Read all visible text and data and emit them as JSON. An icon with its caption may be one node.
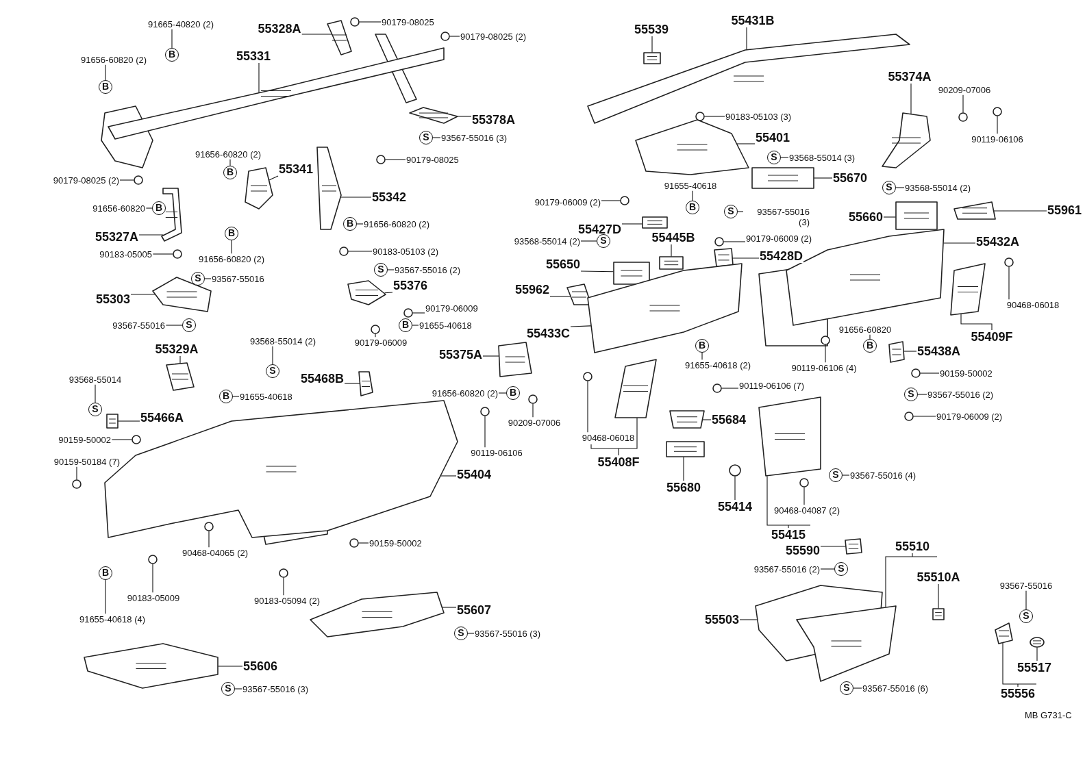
{
  "diagram": {
    "nodes": [
      {
        "text": [
          "91665-40820 (2)"
        ]
      },
      {
        "text": [
          "B"
        ]
      },
      {
        "text": [
          "91656-60820 (2)"
        ]
      },
      {
        "text": [
          "B"
        ]
      },
      {
        "text": [
          "55331"
        ]
      },
      {
        "text": [
          "55328A"
        ]
      },
      {
        "text": [
          "90179-08025"
        ]
      },
      {
        "text": [
          "90179-08025 (2)"
        ]
      },
      {
        "text": [
          "55378A"
        ]
      },
      {
        "text": [
          "S"
        ]
      },
      {
        "text": [
          "93567-55016 (3)"
        ]
      },
      {
        "text": [
          "90179-08025"
        ]
      },
      {
        "text": [
          "91656-60820 (2)"
        ]
      },
      {
        "text": [
          "B"
        ]
      },
      {
        "text": [
          "55341"
        ]
      },
      {
        "text": [
          "90179-08025 (2)"
        ]
      },
      {
        "text": [
          "55342"
        ]
      },
      {
        "text": [
          "91656-60820"
        ]
      },
      {
        "text": [
          "B"
        ]
      },
      {
        "text": [
          "B"
        ]
      },
      {
        "text": [
          "91656-60820 (2)"
        ]
      },
      {
        "text": [
          "B"
        ]
      },
      {
        "text": [
          "91656-60820 (2)"
        ]
      },
      {
        "text": [
          "55327A"
        ]
      },
      {
        "text": [
          "90183-05103 (2)"
        ]
      },
      {
        "text": [
          "90183-05005"
        ]
      },
      {
        "text": [
          "S"
        ]
      },
      {
        "text": [
          "93567-55016"
        ]
      },
      {
        "text": [
          "S"
        ]
      },
      {
        "text": [
          "93567-55016 (2)"
        ]
      },
      {
        "text": [
          "55376"
        ]
      },
      {
        "text": [
          "55303"
        ]
      },
      {
        "text": [
          "90179-06009"
        ]
      },
      {
        "text": [
          "B"
        ]
      },
      {
        "text": [
          "91655-40618"
        ]
      },
      {
        "text": [
          "93567-55016"
        ]
      },
      {
        "text": [
          "S"
        ]
      },
      {
        "text": [
          "90179-06009"
        ]
      },
      {
        "text": [
          "55539"
        ]
      },
      {
        "text": [
          "55431B"
        ]
      },
      {
        "text": [
          "55374A"
        ]
      },
      {
        "text": [
          "90209-07006"
        ]
      },
      {
        "text": [
          "90183-05103 (3)"
        ]
      },
      {
        "text": [
          "55401"
        ]
      },
      {
        "text": [
          "90119-06106"
        ]
      },
      {
        "text": [
          "S"
        ]
      },
      {
        "text": [
          "93568-55014 (3)"
        ]
      },
      {
        "text": [
          "55670"
        ]
      },
      {
        "text": [
          "S"
        ]
      },
      {
        "text": [
          "93568-55014 (2)"
        ]
      },
      {
        "text": [
          "91655-40618"
        ]
      },
      {
        "text": [
          "B"
        ]
      },
      {
        "text": [
          "90179-06009 (2)"
        ]
      },
      {
        "text": [
          "55961"
        ]
      },
      {
        "text": [
          "S"
        ]
      },
      {
        "text": [
          "93567-55016 (3)"
        ]
      },
      {
        "text": [
          "55660"
        ]
      },
      {
        "text": [
          "55427D"
        ]
      },
      {
        "text": [
          "55445B"
        ]
      },
      {
        "text": [
          "90179-06009 (2)"
        ]
      },
      {
        "text": [
          "55432A"
        ]
      },
      {
        "text": [
          "93568-55014 (2)"
        ]
      },
      {
        "text": [
          "S"
        ]
      },
      {
        "text": [
          "55428D"
        ]
      },
      {
        "text": [
          "55650"
        ]
      },
      {
        "text": [
          "55962"
        ]
      },
      {
        "text": [
          "90468-06018"
        ]
      },
      {
        "text": [
          "55433C"
        ]
      },
      {
        "text": [
          "55409F"
        ]
      },
      {
        "text": [
          "91656-60820"
        ]
      },
      {
        "text": [
          "B"
        ]
      },
      {
        "text": [
          "B"
        ]
      },
      {
        "text": [
          "55438A"
        ]
      },
      {
        "text": [
          "55375A"
        ]
      },
      {
        "text": [
          "91655-40618 (2)"
        ]
      },
      {
        "text": [
          "90119-06106 (4)"
        ]
      },
      {
        "text": [
          "90159-50002"
        ]
      },
      {
        "text": [
          "90119-06106 (7)"
        ]
      },
      {
        "text": [
          "91656-60820 (2)"
        ]
      },
      {
        "text": [
          "B"
        ]
      },
      {
        "text": [
          "S"
        ]
      },
      {
        "text": [
          "93567-55016 (2)"
        ]
      },
      {
        "text": [
          "90179-06009 (2)"
        ]
      },
      {
        "text": [
          "55684"
        ]
      },
      {
        "text": [
          "90209-07006"
        ]
      },
      {
        "text": [
          "90468-06018"
        ]
      },
      {
        "text": [
          "90119-06106"
        ]
      },
      {
        "text": [
          "55408F"
        ]
      },
      {
        "text": [
          "S"
        ]
      },
      {
        "text": [
          "93567-55016 (4)"
        ]
      },
      {
        "text": [
          "55680"
        ]
      },
      {
        "text": [
          "55414"
        ]
      },
      {
        "text": [
          "90468-04087 (2)"
        ]
      },
      {
        "text": [
          "55415"
        ]
      },
      {
        "text": [
          "55510"
        ]
      },
      {
        "text": [
          "55590"
        ]
      },
      {
        "text": [
          "93567-55016 (2)"
        ]
      },
      {
        "text": [
          "S"
        ]
      },
      {
        "text": [
          "55510A"
        ]
      },
      {
        "text": [
          "93567-55016"
        ]
      },
      {
        "text": [
          "55503"
        ]
      },
      {
        "text": [
          "S"
        ]
      },
      {
        "text": [
          "55517"
        ]
      },
      {
        "text": [
          "S"
        ]
      },
      {
        "text": [
          "93567-55016 (6)"
        ]
      },
      {
        "text": [
          "55556"
        ]
      },
      {
        "text": [
          "55329A"
        ]
      },
      {
        "text": [
          "93568-55014 (2)"
        ]
      },
      {
        "text": [
          "S"
        ]
      },
      {
        "text": [
          "55468B"
        ]
      },
      {
        "text": [
          "B"
        ]
      },
      {
        "text": [
          "91655-40618"
        ]
      },
      {
        "text": [
          "93568-55014"
        ]
      },
      {
        "text": [
          "S"
        ]
      },
      {
        "text": [
          "55466A"
        ]
      },
      {
        "text": [
          "90159-50002"
        ]
      },
      {
        "text": [
          "90159-50184 (7)"
        ]
      },
      {
        "text": [
          "55404"
        ]
      },
      {
        "text": [
          "90159-50002"
        ]
      },
      {
        "text": [
          "B"
        ]
      },
      {
        "text": [
          "91655-40618 (4)"
        ]
      },
      {
        "text": [
          "90468-04065 (2)"
        ]
      },
      {
        "text": [
          "90183-05009"
        ]
      },
      {
        "text": [
          "90183-05094 (2)"
        ]
      },
      {
        "text": [
          "55607"
        ]
      },
      {
        "text": [
          "S"
        ]
      },
      {
        "text": [
          "93567-55016 (3)"
        ]
      },
      {
        "text": [
          "55606"
        ]
      },
      {
        "text": [
          "S"
        ]
      },
      {
        "text": [
          "93567-55016 (3)"
        ]
      },
      {
        "text": [],
        "shape": "picture"
      },
      {
        "text": [],
        "shape": "picture"
      },
      {
        "text": [],
        "shape": "circle"
      },
      {
        "text": [],
        "shape": "circle"
      },
      {
        "text": [],
        "shape": "picture"
      },
      {
        "text": [],
        "shape": "circle"
      },
      {
        "text": [],
        "shape": "picture"
      },
      {
        "text": [],
        "shape": "circle"
      },
      {
        "text": [],
        "shape": "picture"
      },
      {
        "text": [],
        "shape": "picture"
      },
      {
        "text": [],
        "shape": "circle"
      },
      {
        "text": [],
        "shape": "circle"
      },
      {
        "text": [],
        "shape": "picture"
      },
      {
        "text": [],
        "shape": "picture"
      },
      {
        "text": [],
        "shape": "circle"
      },
      {
        "text": [],
        "shape": "circle"
      },
      {
        "text": [],
        "shape": "picture"
      },
      {
        "text": [],
        "shape": "picture"
      },
      {
        "text": [],
        "shape": "picture"
      },
      {
        "text": [],
        "shape": "circle"
      },
      {
        "text": [],
        "shape": "circle"
      },
      {
        "text": [],
        "shape": "picture"
      },
      {
        "text": [],
        "shape": "circle"
      },
      {
        "text": [],
        "shape": "picture"
      },
      {
        "text": [],
        "shape": "circle"
      },
      {
        "text": [],
        "shape": "picture"
      },
      {
        "text": [],
        "shape": "picture"
      },
      {
        "text": [],
        "shape": "picture"
      },
      {
        "text": [],
        "shape": "picture"
      },
      {
        "text": [],
        "shape": "circle"
      },
      {
        "text": [],
        "shape": "picture"
      },
      {
        "text": [],
        "shape": "picture"
      },
      {
        "text": [],
        "shape": "picture"
      },
      {
        "text": [],
        "shape": "picture"
      },
      {
        "text": [],
        "shape": "circle"
      },
      {
        "text": [],
        "shape": "picture"
      },
      {
        "text": [],
        "shape": "picture"
      },
      {
        "text": [],
        "shape": "picture"
      },
      {
        "text": [],
        "shape": "picture"
      },
      {
        "text": [],
        "shape": "circle"
      },
      {
        "text": [],
        "shape": "circle"
      },
      {
        "text": [],
        "shape": "circle"
      },
      {
        "text": [],
        "shape": "circle"
      },
      {
        "text": [],
        "shape": "picture"
      },
      {
        "text": [],
        "shape": "circle"
      },
      {
        "text": [],
        "shape": "circle"
      },
      {
        "text": [],
        "shape": "circle"
      },
      {
        "text": [],
        "shape": "picture"
      },
      {
        "text": [],
        "shape": "picture"
      },
      {
        "text": [],
        "shape": "circle"
      },
      {
        "text": [],
        "shape": "circle"
      },
      {
        "text": [],
        "shape": "picture"
      },
      {
        "text": [],
        "shape": "picture"
      },
      {
        "text": [],
        "shape": "picture"
      },
      {
        "text": [],
        "shape": "picture"
      },
      {
        "text": [],
        "shape": "picture"
      },
      {
        "text": [],
        "shape": "picture"
      },
      {
        "text": [],
        "shape": "picture"
      },
      {
        "text": [],
        "shape": "picture"
      },
      {
        "text": [],
        "shape": "picture"
      },
      {
        "text": [],
        "shape": "picture"
      },
      {
        "text": [],
        "shape": "circle"
      },
      {
        "text": [],
        "shape": "circle"
      },
      {
        "text": [],
        "shape": "picture"
      },
      {
        "text": [],
        "shape": "circle"
      },
      {
        "text": [],
        "shape": "circle"
      },
      {
        "text": [],
        "shape": "circle"
      },
      {
        "text": [],
        "shape": "circle"
      },
      {
        "text": [],
        "shape": "picture"
      },
      {
        "text": [],
        "shape": "picture"
      }
    ],
    "edges": [
      {
        "from": 0,
        "to": 1,
        "arrow": "none"
      },
      {
        "from": 2,
        "to": 3,
        "arrow": "none"
      },
      {
        "from": 4,
        "to": 130,
        "arrow": "none"
      },
      {
        "from": 5,
        "to": 131,
        "arrow": "none"
      },
      {
        "from": 6,
        "to": 132,
        "arrow": "none"
      },
      {
        "from": 7,
        "to": 133,
        "arrow": "none"
      },
      {
        "from": 8,
        "to": 134,
        "arrow": "none"
      },
      {
        "from": 10,
        "to": 9,
        "arrow": "none"
      },
      {
        "from": 11,
        "to": 135,
        "arrow": "none"
      },
      {
        "from": 12,
        "to": 13,
        "arrow": "none"
      },
      {
        "from": 14,
        "to": 136,
        "arrow": "none"
      },
      {
        "from": 15,
        "to": 137,
        "arrow": "none"
      },
      {
        "from": 16,
        "to": 138,
        "arrow": "none"
      },
      {
        "from": 17,
        "to": 18,
        "arrow": "none"
      },
      {
        "from": 20,
        "to": 19,
        "arrow": "none"
      },
      {
        "from": 22,
        "to": 21,
        "arrow": "none"
      },
      {
        "from": 23,
        "to": 139,
        "arrow": "none"
      },
      {
        "from": 24,
        "to": 140,
        "arrow": "none"
      },
      {
        "from": 25,
        "to": 141,
        "arrow": "none"
      },
      {
        "from": 27,
        "to": 26,
        "arrow": "none"
      },
      {
        "from": 29,
        "to": 28,
        "arrow": "none"
      },
      {
        "from": 30,
        "to": 142,
        "arrow": "none"
      },
      {
        "from": 31,
        "to": 143,
        "arrow": "none"
      },
      {
        "from": 32,
        "to": 144,
        "arrow": "none"
      },
      {
        "from": 34,
        "to": 33,
        "arrow": "none"
      },
      {
        "from": 35,
        "to": 36,
        "arrow": "none"
      },
      {
        "from": 37,
        "to": 145,
        "arrow": "none"
      },
      {
        "from": 38,
        "to": 146,
        "arrow": "none"
      },
      {
        "from": 39,
        "to": 147,
        "arrow": "none"
      },
      {
        "from": 40,
        "to": 148,
        "arrow": "none"
      },
      {
        "from": 41,
        "to": 149,
        "arrow": "none"
      },
      {
        "from": 42,
        "to": 150,
        "arrow": "none"
      },
      {
        "from": 43,
        "to": 151,
        "arrow": "none"
      },
      {
        "from": 44,
        "to": 152,
        "arrow": "none"
      },
      {
        "from": 46,
        "to": 45,
        "arrow": "none"
      },
      {
        "from": 47,
        "to": 153,
        "arrow": "none"
      },
      {
        "from": 49,
        "to": 48,
        "arrow": "none"
      },
      {
        "from": 50,
        "to": 51,
        "arrow": "none"
      },
      {
        "from": 52,
        "to": 154,
        "arrow": "none"
      },
      {
        "from": 53,
        "to": 155,
        "arrow": "none"
      },
      {
        "from": 55,
        "to": 54,
        "arrow": "none"
      },
      {
        "from": 56,
        "to": 156,
        "arrow": "none"
      },
      {
        "from": 57,
        "to": 157,
        "arrow": "none"
      },
      {
        "from": 58,
        "to": 158,
        "arrow": "none"
      },
      {
        "from": 59,
        "to": 159,
        "arrow": "none"
      },
      {
        "from": 60,
        "to": 160,
        "arrow": "none"
      },
      {
        "from": 61,
        "to": 62,
        "arrow": "none"
      },
      {
        "from": 63,
        "to": 161,
        "arrow": "none"
      },
      {
        "from": 64,
        "to": 162,
        "arrow": "none"
      },
      {
        "from": 65,
        "to": 163,
        "arrow": "none"
      },
      {
        "from": 66,
        "to": 164,
        "arrow": "none"
      },
      {
        "from": 67,
        "to": 165,
        "arrow": "none"
      },
      {
        "from": 68,
        "to": 166,
        "arrow": "none"
      },
      {
        "from": 69,
        "to": 70,
        "arrow": "none"
      },
      {
        "from": 72,
        "to": 167,
        "arrow": "none"
      },
      {
        "from": 73,
        "to": 168,
        "arrow": "none"
      },
      {
        "from": 74,
        "to": 71,
        "arrow": "none"
      },
      {
        "from": 75,
        "to": 169,
        "arrow": "none"
      },
      {
        "from": 76,
        "to": 170,
        "arrow": "none"
      },
      {
        "from": 77,
        "to": 171,
        "arrow": "none"
      },
      {
        "from": 78,
        "to": 79,
        "arrow": "none"
      },
      {
        "from": 81,
        "to": 80,
        "arrow": "none"
      },
      {
        "from": 82,
        "to": 172,
        "arrow": "none"
      },
      {
        "from": 83,
        "to": 173,
        "arrow": "none"
      },
      {
        "from": 84,
        "to": 174,
        "arrow": "none"
      },
      {
        "from": 85,
        "to": 175,
        "arrow": "none"
      },
      {
        "from": 86,
        "to": 176,
        "arrow": "none"
      },
      {
        "from": 87,
        "to": 177,
        "arrow": "none"
      },
      {
        "from": 89,
        "to": 88,
        "arrow": "none"
      },
      {
        "from": 90,
        "to": 178,
        "arrow": "none"
      },
      {
        "from": 91,
        "to": 179,
        "arrow": "none"
      },
      {
        "from": 92,
        "to": 180,
        "arrow": "none"
      },
      {
        "from": 93,
        "to": 181,
        "arrow": "none"
      },
      {
        "from": 94,
        "to": 182,
        "arrow": "none"
      },
      {
        "from": 95,
        "to": 183,
        "arrow": "none"
      },
      {
        "from": 96,
        "to": 97,
        "arrow": "none"
      },
      {
        "from": 98,
        "to": 184,
        "arrow": "none"
      },
      {
        "from": 99,
        "to": 101,
        "arrow": "none"
      },
      {
        "from": 100,
        "to": 185,
        "arrow": "none"
      },
      {
        "from": 102,
        "to": 186,
        "arrow": "none"
      },
      {
        "from": 104,
        "to": 103,
        "arrow": "none"
      },
      {
        "from": 105,
        "to": 187,
        "arrow": "none"
      },
      {
        "from": 106,
        "to": 188,
        "arrow": "none"
      },
      {
        "from": 107,
        "to": 108,
        "arrow": "none"
      },
      {
        "from": 109,
        "to": 189,
        "arrow": "none"
      },
      {
        "from": 111,
        "to": 110,
        "arrow": "none"
      },
      {
        "from": 112,
        "to": 113,
        "arrow": "none"
      },
      {
        "from": 114,
        "to": 190,
        "arrow": "none"
      },
      {
        "from": 115,
        "to": 191,
        "arrow": "none"
      },
      {
        "from": 116,
        "to": 192,
        "arrow": "none"
      },
      {
        "from": 117,
        "to": 193,
        "arrow": "none"
      },
      {
        "from": 118,
        "to": 194,
        "arrow": "none"
      },
      {
        "from": 120,
        "to": 119,
        "arrow": "none"
      },
      {
        "from": 121,
        "to": 195,
        "arrow": "none"
      },
      {
        "from": 122,
        "to": 196,
        "arrow": "none"
      },
      {
        "from": 123,
        "to": 197,
        "arrow": "none"
      },
      {
        "from": 124,
        "to": 198,
        "arrow": "none"
      },
      {
        "from": 126,
        "to": 125,
        "arrow": "none"
      },
      {
        "from": 127,
        "to": 199,
        "arrow": "none"
      },
      {
        "from": 129,
        "to": 128,
        "arrow": "none"
      }
    ],
    "labels": [
      "MB G731-C"
    ]
  }
}
